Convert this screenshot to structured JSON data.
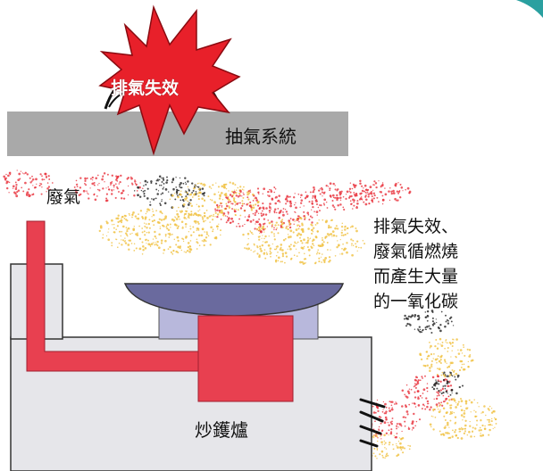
{
  "diagram": {
    "burst_label": "排氣失效",
    "exhaust_system_label": "抽氣系統",
    "waste_gas_label": "廢氣",
    "stove_label": "炒鑊爐",
    "warning_lines": [
      "排氣失效、",
      "廢氣循燃燒",
      "而產生大量",
      "的一氧化碳"
    ]
  },
  "colors": {
    "hood": "#a9a9a9",
    "stove_body": "#e6e6ea",
    "stove_outline": "#333333",
    "pipe_red": "#e84050",
    "wok": "#6a6a9e",
    "wok_stand": "#b8b8dc",
    "burst_fill": "#e8202a",
    "smoke_red": "#e8323c",
    "smoke_yellow": "#f0c040",
    "smoke_dark": "#222222",
    "corner_accent": "#2aa0a0"
  }
}
